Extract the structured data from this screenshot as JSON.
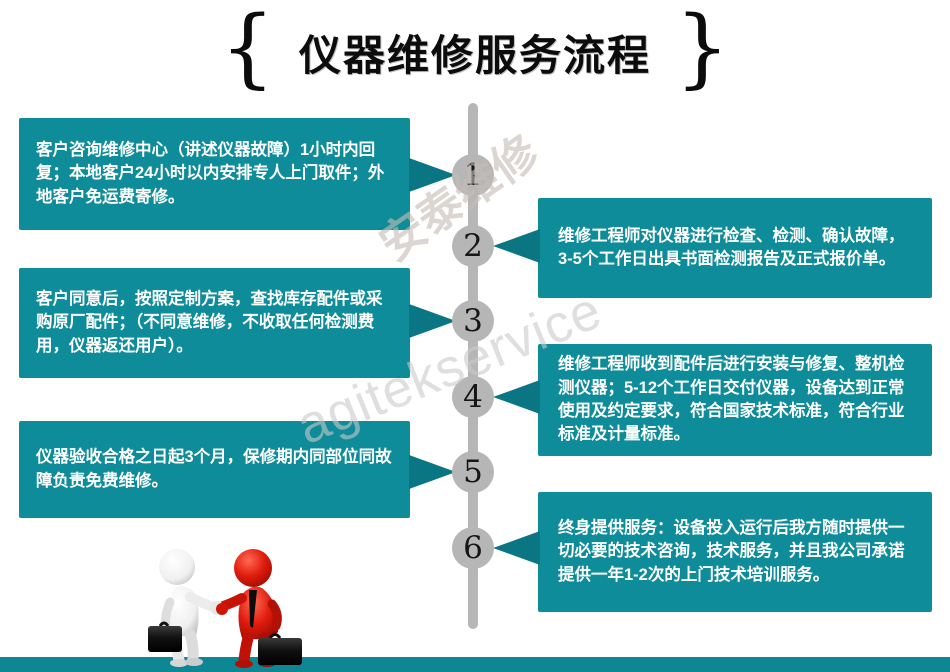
{
  "title": {
    "brace_left": "{",
    "text": "仪器维修服务流程",
    "brace_right": "}"
  },
  "watermarks": {
    "diagonal_cn": "安泰维修",
    "diagonal_en": "agitekservice"
  },
  "steps": [
    {
      "number": "1",
      "side": "left",
      "text": "客户咨询维修中心（讲述仪器故障）1小时内回复；本地客户24小时以内安排专人上门取件；外地客户免运费寄修。"
    },
    {
      "number": "2",
      "side": "right",
      "text": "维修工程师对仪器进行检查、检测、确认故障，3-5个工作日出具书面检测报告及正式报价单。"
    },
    {
      "number": "3",
      "side": "left",
      "text": "客户同意后，按照定制方案，查找库存配件或采购原厂配件；（不同意维修，不收取任何检测费用，仪器返还用户）。"
    },
    {
      "number": "4",
      "side": "right",
      "text": "维修工程师收到配件后进行安装与修复、整机检测仪器；5-12个工作日交付仪器，设备达到正常使用及约定要求，符合国家技术标准，符合行业标准及计量标准。"
    },
    {
      "number": "5",
      "side": "left",
      "text": "仪器验收合格之日起3个月，保修期内同部位同故障负责免费维修。"
    },
    {
      "number": "6",
      "side": "right",
      "text": "终身提供服务：设备投入运行后我方随时提供一切必要的技术咨询，技术服务，并且我公司承诺提供一年1-2次的上门技术培训服务。"
    }
  ],
  "illustration": "handshake-figures",
  "colors": {
    "box_teal": "#0E8C99",
    "arrow_teal": "#0A7583",
    "timeline_gray": "#B6B6B6",
    "bottom_bar_teal": "#0E8794",
    "figure_red": "#D01508",
    "figure_white": "#F1F1F1",
    "title_black": "#0C0C0C"
  }
}
